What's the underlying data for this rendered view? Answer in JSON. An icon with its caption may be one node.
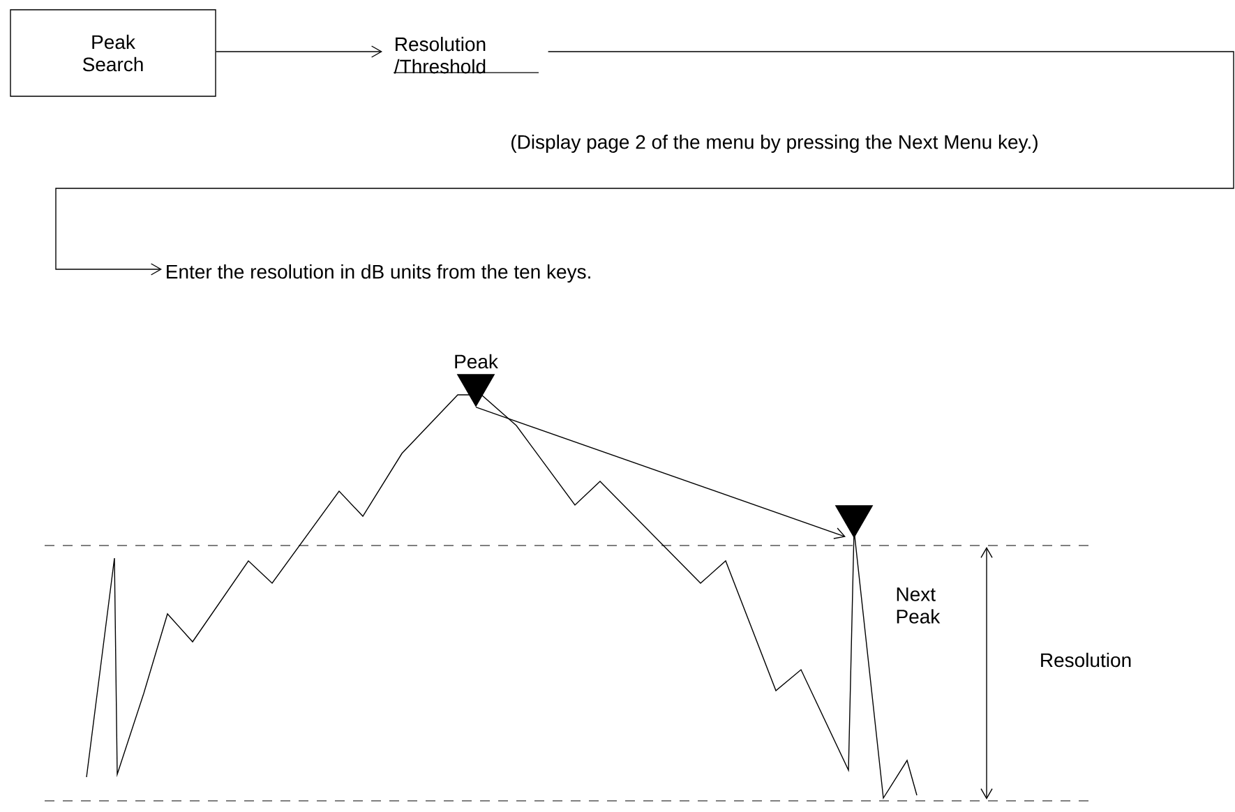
{
  "diagram": {
    "nodes": [
      {
        "text": [
          "Peak Search"
        ]
      },
      {
        "text": [
          "Resolution /Threshold"
        ]
      },
      {
        "text": [
          "Enter the resolution in dB units from the ten keys."
        ]
      },
      {
        "text": [
          "Peak"
        ]
      },
      {
        "text": [
          "Next Peak"
        ]
      }
    ],
    "edges": [
      {
        "from": 0,
        "to": 1,
        "arrow": "to"
      },
      {
        "from": 1,
        "to": 2,
        "arrow": "to"
      },
      {
        "from": 3,
        "to": 4,
        "arrow": "to"
      }
    ],
    "labels": [
      "(Display page 2 of the menu by pressing the Next Menu key.)",
      "Resolution"
    ]
  }
}
